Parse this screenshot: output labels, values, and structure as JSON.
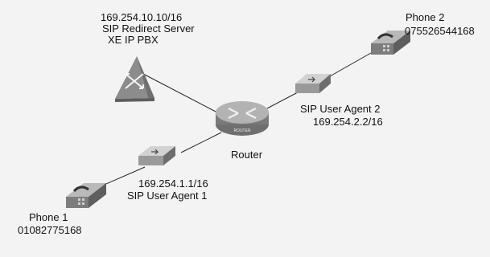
{
  "diagram": {
    "server": {
      "ip": "169.254.10.10/16",
      "role": "SIP Redirect Server",
      "name": "XE IP PBX"
    },
    "router": {
      "label": "Router",
      "icon_text": "ROUTER"
    },
    "agent1": {
      "ip": "169.254.1.1/16",
      "label": "SIP User Agent 1"
    },
    "agent2": {
      "label": "SIP User Agent 2",
      "ip": "169.254.2.2/16"
    },
    "phone1": {
      "label": "Phone 1",
      "number": "01082775168"
    },
    "phone2": {
      "label": "Phone 2",
      "number": "075526544168"
    },
    "colors": {
      "background": "#f3f3f3",
      "line": "#222222",
      "device_gray": "#a8a8a8"
    },
    "icons": [
      "pbx-server-icon",
      "router-icon",
      "sip-agent-icon",
      "telephone-icon"
    ]
  }
}
